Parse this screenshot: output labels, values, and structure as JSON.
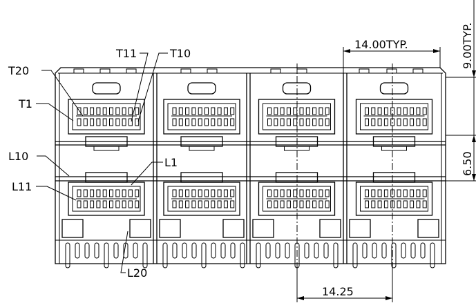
{
  "drawing": {
    "columns": 4,
    "rows": 2,
    "top_port_label": "T",
    "bottom_port_label": "L",
    "pins_per_row": 10
  },
  "callouts": {
    "t20": "T20",
    "t1": "T1",
    "t11": "T11",
    "t10": "T10",
    "l10": "L10",
    "l11": "L11",
    "l1": "L1",
    "l20": "L20"
  },
  "dimensions": {
    "pitch_top": "14.00TYP.",
    "pitch_bottom": "14.25",
    "height_top": "9.00TYP.",
    "height_mid": "6.50"
  }
}
